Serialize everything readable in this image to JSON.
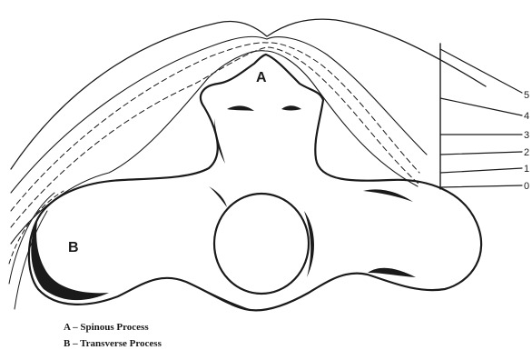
{
  "labels": {
    "spinous_marker": "A",
    "transverse_marker": "B"
  },
  "scale": {
    "ticks": [
      "5",
      "4",
      "3",
      "2",
      "1",
      "0"
    ]
  },
  "legend": {
    "line_a": "A – Spinous Process",
    "line_b": "B – Transverse Process"
  },
  "colors": {
    "ink": "#1a1a1a",
    "background": "#ffffff"
  }
}
